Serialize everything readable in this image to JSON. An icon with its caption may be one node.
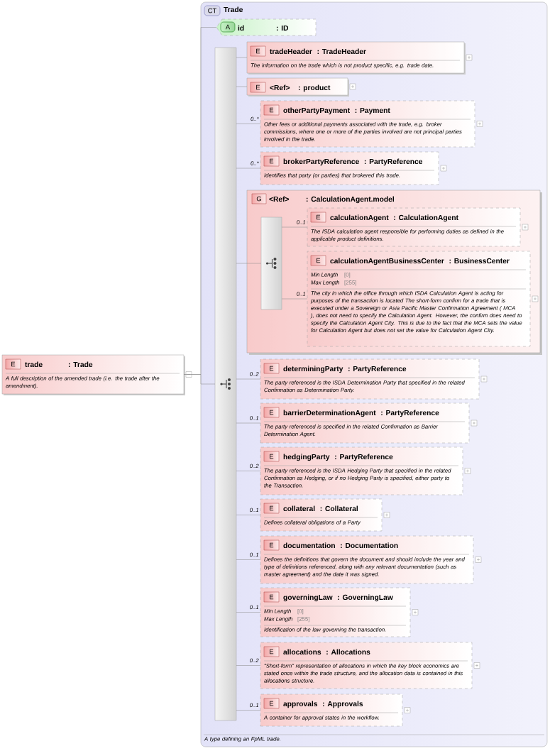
{
  "diagram": {
    "nodes": [
      {
        "text": [
          "E",
          "trade",
          ": Trade",
          "A full description of the amended trade (i.e. the trade after the amendment)."
        ]
      },
      {
        "text": [
          "CT",
          "Trade",
          "A type defining an FpML trade."
        ]
      },
      {
        "text": [
          "A",
          "id",
          ": ID"
        ],
        "in": 1
      },
      {
        "text": [],
        "shape": "bar",
        "in": 1
      },
      {
        "text": [
          "E",
          "tradeHeader",
          ": TradeHeader",
          "The information on the trade which is not product specific, e.g. trade date."
        ],
        "in": 1
      },
      {
        "text": [
          "E",
          "<Ref>",
          ": product"
        ],
        "in": 1
      },
      {
        "text": [
          "E",
          "otherPartyPayment",
          ": Payment",
          "Other fees or additional payments associated with the trade, e.g. broker commissions, where one or more of the parties involved are not principal parties involved in the trade."
        ],
        "beside": [
          "0..*"
        ],
        "in": 1
      },
      {
        "text": [
          "E",
          "brokerPartyReference",
          ": PartyReference",
          "Identifies that party (or parties) that brokered this trade."
        ],
        "beside": [
          "0..*"
        ],
        "in": 1
      },
      {
        "text": [
          "G",
          "<Ref>",
          ": CalculationAgent.model"
        ],
        "in": 1
      },
      {
        "text": [],
        "shape": "bar",
        "in": 8
      },
      {
        "text": [
          "E",
          "calculationAgent",
          ": CalculationAgent",
          "The ISDA calculation agent responsible for performing duties as defined in the applicable product definitions."
        ],
        "beside": [
          "0..1"
        ],
        "in": 8
      },
      {
        "text": [
          "E",
          "calculationAgentBusinessCenter",
          ": BusinessCenter",
          "Min Length",
          "[0]",
          "Max Length",
          "[255]",
          "The city in which the office through which ISDA Calculation Agent is acting for purposes of the transaction is located The short-form confirm for a trade that is executed under a Sovereign or Asia Pacific Master Confirmation Agreement ( MCA ), does not need to specify the Calculation Agent. However, the confirm does need to specify the Calculation Agent City. This is due to the fact that the MCA sets the value for Calculation Agent but does not set the value for Calculation Agent City."
        ],
        "beside": [
          "0..1"
        ],
        "in": 8
      },
      {
        "text": [
          "E",
          "determiningParty",
          ": PartyReference",
          "The party referenced is the ISDA Determination Party that specified in the related Confirmation as Determination Party."
        ],
        "beside": [
          "0..2"
        ],
        "in": 1
      },
      {
        "text": [
          "E",
          "barrierDeterminationAgent",
          ": PartyReference",
          "The party referenced is specified in the related Confirmation as Barrier Determination Agent."
        ],
        "beside": [
          "0..1"
        ],
        "in": 1
      },
      {
        "text": [
          "E",
          "hedgingParty",
          ": PartyReference",
          "The party referenced is the ISDA Hedging Party that specified in the related Confirmation as Hedging, or if no Hedging Party is specified, either party to the Transaction."
        ],
        "beside": [
          "0..2"
        ],
        "in": 1
      },
      {
        "text": [
          "E",
          "collateral",
          ": Collateral",
          "Defines collateral obligations of a Party"
        ],
        "beside": [
          "0..1"
        ],
        "in": 1
      },
      {
        "text": [
          "E",
          "documentation",
          ": Documentation",
          "Defines the definitions that govern the document and should include the year and type of definitions referenced, along with any relevant documentation (such as master agreement) and the date it was signed."
        ],
        "beside": [
          "0..1"
        ],
        "in": 1
      },
      {
        "text": [
          "E",
          "governingLaw",
          ": GoverningLaw",
          "Min Length",
          "[0]",
          "Max Length",
          "[255]",
          "Identification of the law governing the transaction."
        ],
        "beside": [
          "0..1"
        ],
        "in": 1
      },
      {
        "text": [
          "E",
          "allocations",
          ": Allocations",
          "\"Short-form\" representation of allocations in which the key block economics are stated once within the trade structure, and the allocation data is contained in this allocations structure."
        ],
        "beside": [
          "0..2"
        ],
        "in": 1
      },
      {
        "text": [
          "E",
          "approvals",
          ": Approvals",
          "A container for approval states in the workflow."
        ],
        "beside": [
          "0..1"
        ],
        "in": 1
      }
    ],
    "edges": [
      {
        "from": 0,
        "to": 2,
        "arrow": "none"
      },
      {
        "from": 0,
        "to": 3,
        "arrow": "none"
      },
      {
        "from": 3,
        "to": 4,
        "arrow": "none"
      },
      {
        "from": 3,
        "to": 5,
        "arrow": "none"
      },
      {
        "from": 3,
        "to": 6,
        "arrow": "none"
      },
      {
        "from": 3,
        "to": 7,
        "arrow": "none"
      },
      {
        "from": 3,
        "to": 9,
        "arrow": "none"
      },
      {
        "from": 9,
        "to": 10,
        "arrow": "none"
      },
      {
        "from": 9,
        "to": 11,
        "arrow": "none"
      },
      {
        "from": 3,
        "to": 12,
        "arrow": "none"
      },
      {
        "from": 3,
        "to": 13,
        "arrow": "none"
      },
      {
        "from": 3,
        "to": 14,
        "arrow": "none"
      },
      {
        "from": 3,
        "to": 15,
        "arrow": "none"
      },
      {
        "from": 3,
        "to": 16,
        "arrow": "none"
      },
      {
        "from": 3,
        "to": 17,
        "arrow": "none"
      },
      {
        "from": 3,
        "to": 18,
        "arrow": "none"
      },
      {
        "from": 3,
        "to": 19,
        "arrow": "none"
      }
    ]
  }
}
